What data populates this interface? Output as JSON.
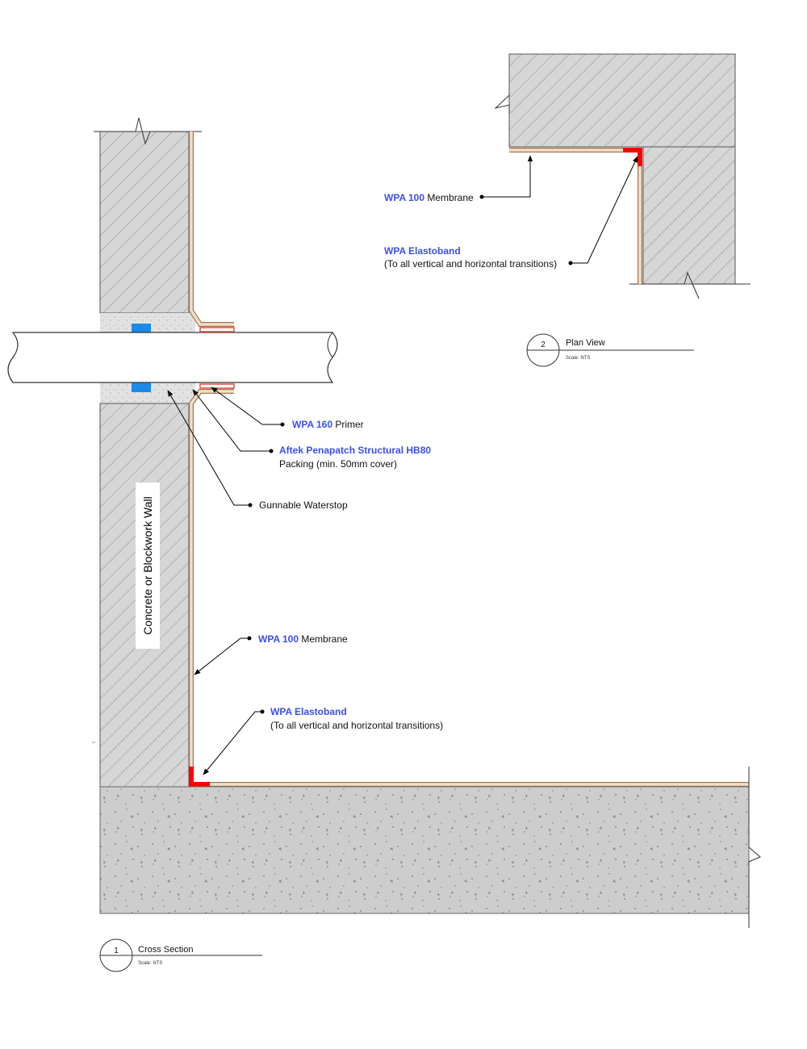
{
  "colors": {
    "brand_blue": "#3b4ef0",
    "elastoband_red": "#ff0000",
    "waterstop_blue": "#1a8be8",
    "membrane_tan": "#e9c9a8",
    "primer_red": "#e05040",
    "concrete_grey": "#cfcfcf",
    "hatch_grey": "#c4c4c4"
  },
  "cross_section": {
    "wall_label": "Concrete or Blockwork Wall",
    "callout_primer": {
      "product": "WPA 160",
      "text": " Primer"
    },
    "callout_packing": {
      "product": "Aftek Penapatch Structural HB80",
      "text": "Packing (min. 50mm cover)"
    },
    "callout_waterstop": {
      "text": "Gunnable Waterstop"
    },
    "callout_membrane": {
      "product": "WPA 100",
      "text": " Membrane"
    },
    "callout_elastoband": {
      "product": "WPA Elastoband",
      "text": "(To all vertical and horizontal transitions)"
    },
    "title_block": {
      "number": "1",
      "title": "Cross Section",
      "scale": "Scale:  NTS"
    }
  },
  "plan_view": {
    "callout_membrane": {
      "product": "WPA 100",
      "text": " Membrane"
    },
    "callout_elastoband": {
      "product": "WPA Elastoband",
      "text": "(To all vertical and horizontal transitions)"
    },
    "title_block": {
      "number": "2",
      "title": "Plan View",
      "scale": "Scale:  NTS"
    }
  }
}
